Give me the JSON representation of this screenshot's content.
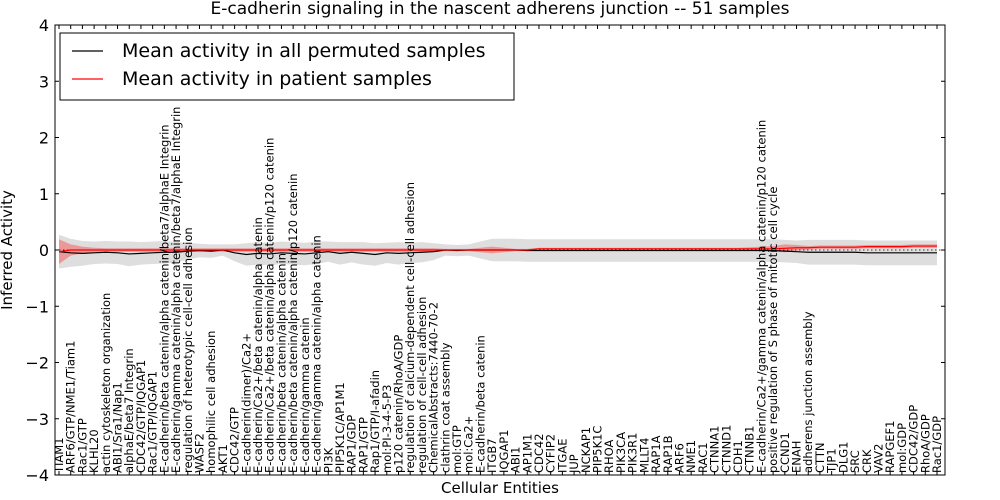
{
  "chart_data": {
    "type": "line",
    "title": "E-cadherin signaling in the nascent adherens junction -- 51 samples",
    "xlabel": "Cellular Entities",
    "ylabel": "Inferred Activity",
    "ylim": [
      -4,
      4
    ],
    "yticks": [
      -4,
      -3,
      -2,
      -1,
      0,
      1,
      2,
      3,
      4
    ],
    "ytick_labels": [
      "−4",
      "−3",
      "−2",
      "−1",
      "0",
      "1",
      "2",
      "3",
      "4"
    ],
    "grid": false,
    "legend_position": "top-left",
    "colors": {
      "permuted": "#000000",
      "patient": "#ff0000",
      "permuted_band": "#c8c8c8",
      "patient_band": "#f08080"
    },
    "categories": [
      "TIAM1",
      "ARF6/GTP/NME1/Tiam1",
      "Rac1/GTP",
      "KLHL20",
      "actin cytoskeleton organization",
      "ABI1/Sra1/Nap1",
      "alphaE/beta7 Integrin",
      "CDC42/GTP/IQGAP1",
      "Rac1/GTP/IQGAP1",
      "E-cadherin/beta catenin/alpha catenin/beta7/alphaE Integrin",
      "E-cadherin/gamma catenin/alpha catenin/beta7/alphaE Integrin",
      "regulation of heterotypic cell-cell adhesion",
      "WASF2",
      "homophilic cell adhesion",
      "AKT1",
      "CDC42/GTP",
      "E-cadherin(dimer)/Ca2+",
      "E-cadherin/Ca2+/beta catenin/alpha catenin",
      "E-cadherin/Ca2+/beta catenin/alpha catenin/p120 catenin",
      "E-cadherin/beta catenin/alpha catenin",
      "E-cadherin/beta catenin/alpha catenin/p120 catenin",
      "E-cadherin/gamma catenin",
      "E-cadherin/gamma catenin/alpha catenin",
      "PI3K",
      "PIP5K1C/AP1M1",
      "RAP1/GDP",
      "RAP1/GTP",
      "Rap1/GTP/I-afadin",
      "mol:PI-3-4-5-P3",
      "p120 catenin/RhoA/GDP",
      "regulation of calcium-dependent cell-cell adhesion",
      "regulation of cell-cell adhesion",
      "ChemicalAbstracts:7440-70-2",
      "clathrin coat assembly",
      "mol:GTP",
      "mol:Ca2+",
      "E-cadherin/beta catenin",
      "ITGB7",
      "IQGAP1",
      "ABI1",
      "AP1M1",
      "CDC42",
      "CYFIP2",
      "ITGAE",
      "JUP",
      "NCKAP1",
      "PIP5K1C",
      "RHOA",
      "PIK3CA",
      "PIK3R1",
      "MLLT4",
      "RAP1A",
      "RAP1B",
      "ARF6",
      "NME1",
      "RAC1",
      "CTNNA1",
      "CTNND1",
      "CDH1",
      "CTNNB1",
      "E-cadherin/Ca2+/gamma catenin/alpha catenin/p120 catenin",
      "positive regulation of S phase of mitotic cell cycle",
      "CCND1",
      "ENAH",
      "adherens junction assembly",
      "CTTN",
      "TJP1",
      "DLG1",
      "SRC",
      "CRK",
      "VAV2",
      "RAPGEF1",
      "mol:GDP",
      "CDC42/GDP",
      "RhoA/GDP",
      "Rac1/GDP"
    ],
    "series": [
      {
        "name": "Mean activity in all permuted samples",
        "color": "#000000",
        "values": [
          -0.03,
          -0.05,
          -0.06,
          -0.05,
          -0.04,
          -0.05,
          -0.07,
          -0.06,
          -0.05,
          -0.04,
          -0.04,
          -0.02,
          -0.01,
          -0.02,
          0.0,
          -0.05,
          -0.08,
          -0.06,
          -0.07,
          -0.05,
          -0.06,
          -0.07,
          -0.05,
          -0.03,
          -0.06,
          -0.04,
          -0.06,
          -0.08,
          -0.05,
          -0.06,
          -0.05,
          -0.04,
          -0.03,
          0.0,
          -0.01,
          0.0,
          0.0,
          0.0,
          0.0,
          0.0,
          -0.01,
          -0.01,
          -0.01,
          -0.01,
          -0.01,
          -0.01,
          -0.01,
          -0.01,
          -0.01,
          -0.01,
          -0.01,
          -0.01,
          -0.01,
          -0.01,
          -0.01,
          -0.01,
          -0.01,
          -0.01,
          -0.01,
          -0.01,
          -0.01,
          -0.01,
          -0.02,
          -0.03,
          -0.04,
          -0.04,
          -0.04,
          -0.04,
          -0.04,
          -0.05,
          -0.05,
          -0.05,
          -0.05,
          -0.05,
          -0.05,
          -0.05
        ],
        "band": [
          0.3,
          0.25,
          0.22,
          0.2,
          0.2,
          0.2,
          0.22,
          0.2,
          0.2,
          0.2,
          0.18,
          0.15,
          0.12,
          0.12,
          0.1,
          0.15,
          0.2,
          0.2,
          0.2,
          0.2,
          0.2,
          0.2,
          0.2,
          0.18,
          0.2,
          0.18,
          0.2,
          0.2,
          0.18,
          0.2,
          0.18,
          0.18,
          0.15,
          0.1,
          0.1,
          0.1,
          0.15,
          0.2,
          0.2,
          0.2,
          0.2,
          0.2,
          0.2,
          0.2,
          0.2,
          0.2,
          0.2,
          0.2,
          0.2,
          0.2,
          0.2,
          0.2,
          0.2,
          0.2,
          0.2,
          0.2,
          0.2,
          0.2,
          0.2,
          0.2,
          0.2,
          0.2,
          0.2,
          0.2,
          0.22,
          0.22,
          0.22,
          0.22,
          0.22,
          0.22,
          0.22,
          0.22,
          0.22,
          0.22,
          0.22,
          0.22
        ]
      },
      {
        "name": "Mean activity in patient samples",
        "color": "#ff0000",
        "values": [
          -0.03,
          0.0,
          0.0,
          0.0,
          0.0,
          0.0,
          0.0,
          0.0,
          0.0,
          0.0,
          0.0,
          0.0,
          0.0,
          0.0,
          0.0,
          0.0,
          0.0,
          0.0,
          0.0,
          0.0,
          0.0,
          0.0,
          0.0,
          0.0,
          0.0,
          0.0,
          0.0,
          0.0,
          0.0,
          0.0,
          0.0,
          0.0,
          0.0,
          0.0,
          0.0,
          0.0,
          0.0,
          0.0,
          0.0,
          0.0,
          0.0,
          0.02,
          0.02,
          0.02,
          0.02,
          0.02,
          0.02,
          0.02,
          0.02,
          0.02,
          0.02,
          0.02,
          0.02,
          0.02,
          0.02,
          0.02,
          0.02,
          0.02,
          0.02,
          0.02,
          0.02,
          0.02,
          0.03,
          0.04,
          0.04,
          0.05,
          0.05,
          0.05,
          0.05,
          0.06,
          0.06,
          0.06,
          0.06,
          0.07,
          0.07,
          0.07
        ],
        "band": [
          0.22,
          0.1,
          0.06,
          0.04,
          0.03,
          0.03,
          0.03,
          0.03,
          0.03,
          0.03,
          0.03,
          0.03,
          0.03,
          0.03,
          0.03,
          0.03,
          0.03,
          0.03,
          0.03,
          0.03,
          0.03,
          0.03,
          0.03,
          0.03,
          0.03,
          0.03,
          0.03,
          0.03,
          0.03,
          0.03,
          0.03,
          0.03,
          0.03,
          0.02,
          0.02,
          0.02,
          0.04,
          0.06,
          0.04,
          0.02,
          0.02,
          0.02,
          0.02,
          0.02,
          0.02,
          0.02,
          0.02,
          0.02,
          0.02,
          0.02,
          0.02,
          0.02,
          0.02,
          0.02,
          0.02,
          0.02,
          0.02,
          0.02,
          0.02,
          0.03,
          0.04,
          0.05,
          0.07,
          0.05,
          0.03,
          0.03,
          0.03,
          0.03,
          0.03,
          0.03,
          0.03,
          0.03,
          0.03,
          0.03,
          0.03,
          0.03
        ]
      }
    ]
  }
}
